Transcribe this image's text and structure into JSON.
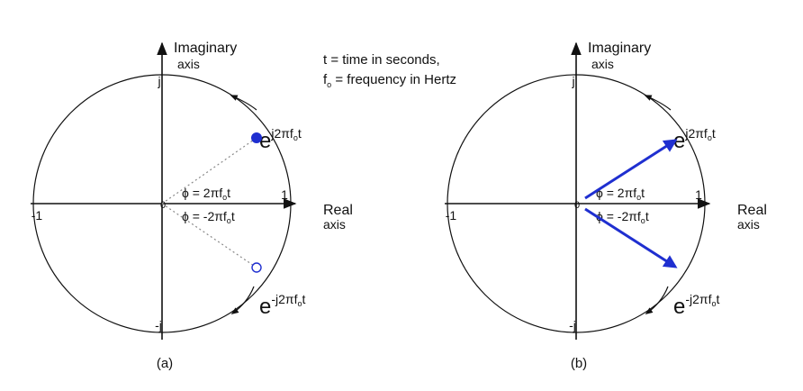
{
  "legend": {
    "line1": "t = time in seconds,",
    "line2_f": "f",
    "line2_sub": "o",
    "line2_rest": " = frequency in Hertz"
  },
  "colors": {
    "ink": "#111111",
    "blue": "#1f2fd0",
    "dotted": "#888888",
    "background": "#ffffff"
  },
  "panels": [
    {
      "caption": "(a)",
      "y_axis_title_1": "Imaginary",
      "y_axis_title_2": "axis",
      "x_axis_title_1": "Real",
      "x_axis_title_2": "axis",
      "tick_j": "j",
      "tick_neg_j": "-j",
      "tick_one": "1",
      "tick_neg_one": "-1",
      "origin": "0",
      "phi_pos": "ϕ = 2πf",
      "phi_neg": "ϕ = -2πf",
      "phi_sub": "o",
      "phi_t": "t",
      "exp_base": "e",
      "exp_pos": "j2πf",
      "exp_neg": "-j2πf",
      "exp_sub": "o",
      "exp_t": "t",
      "marker_type": "dots"
    },
    {
      "caption": "(b)",
      "y_axis_title_1": "Imaginary",
      "y_axis_title_2": "axis",
      "x_axis_title_1": "Real",
      "x_axis_title_2": "axis",
      "tick_j": "j",
      "tick_neg_j": "-j",
      "tick_one": "1",
      "tick_neg_one": "-1",
      "origin": "0",
      "phi_pos": "ϕ = 2πf",
      "phi_neg": "ϕ = -2πf",
      "phi_sub": "o",
      "phi_t": "t",
      "exp_base": "e",
      "exp_pos": "j2πf",
      "exp_neg": "-j2πf",
      "exp_sub": "o",
      "exp_t": "t",
      "marker_type": "arrows"
    }
  ]
}
